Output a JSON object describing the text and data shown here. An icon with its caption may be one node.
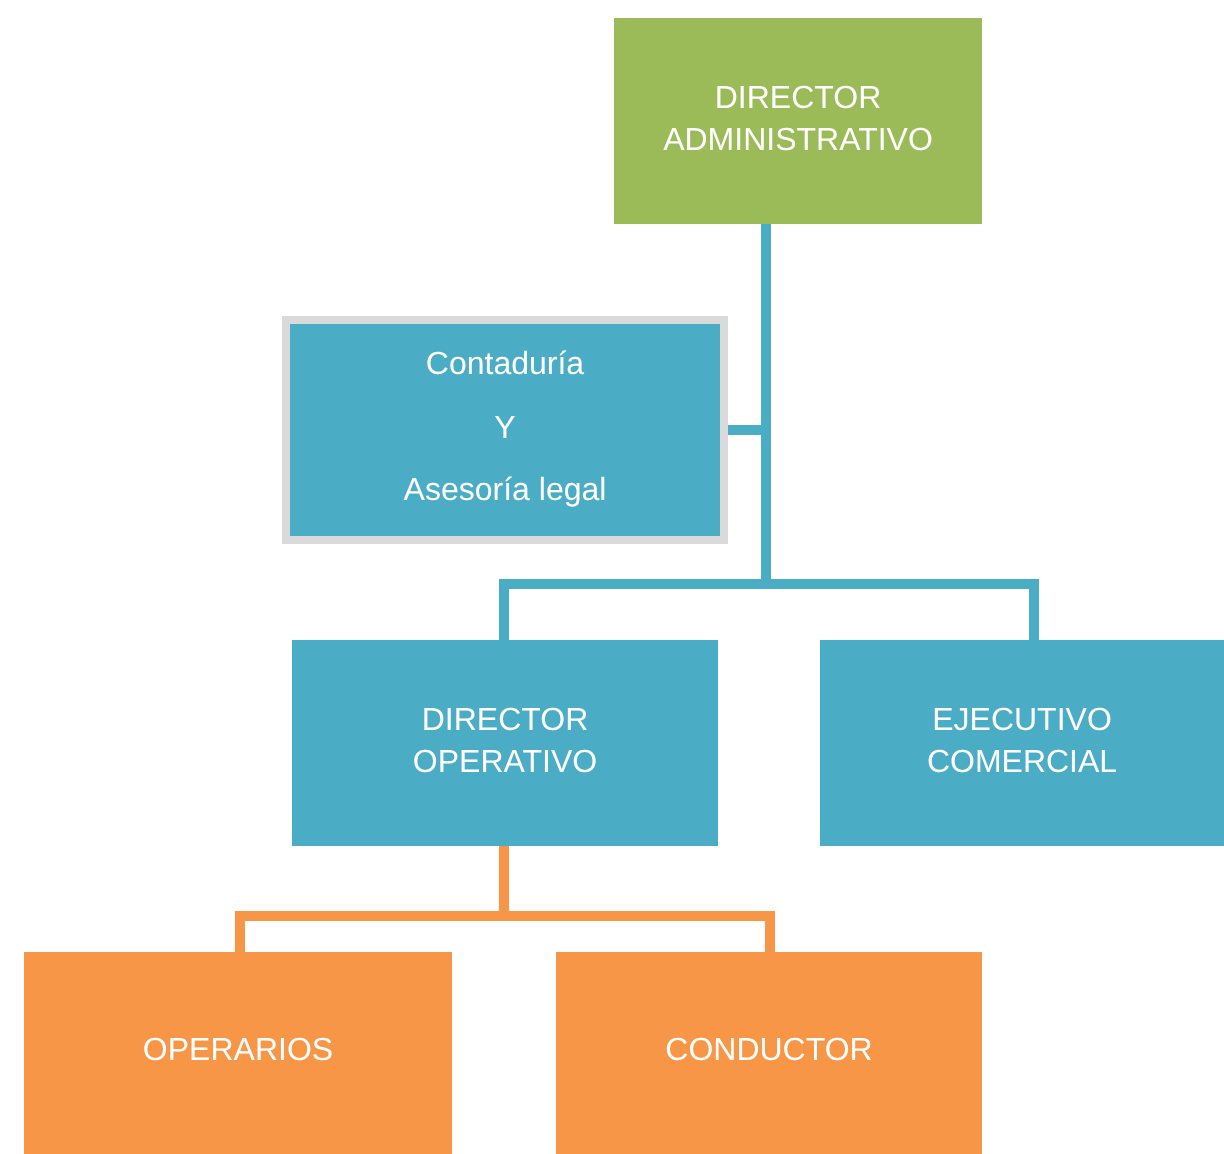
{
  "diagram": {
    "nodes": [
      {
        "text": [
          "DIRECTOR ADMINISTRATIVO"
        ]
      },
      {
        "text": [
          "Contaduría",
          "Y",
          "Asesoría legal"
        ]
      },
      {
        "text": [
          "DIRECTOR OPERATIVO"
        ]
      },
      {
        "text": [
          "EJECUTIVO COMERCIAL"
        ]
      },
      {
        "text": [
          "OPERARIOS"
        ]
      },
      {
        "text": [
          "CONDUCTOR"
        ]
      }
    ],
    "edges": [
      {
        "from": 0,
        "to": 1,
        "arrow": "none"
      },
      {
        "from": 0,
        "to": 2,
        "arrow": "none"
      },
      {
        "from": 0,
        "to": 3,
        "arrow": "none"
      },
      {
        "from": 2,
        "to": 4,
        "arrow": "none",
        "color": "#f79646"
      },
      {
        "from": 2,
        "to": 5,
        "arrow": "none",
        "color": "#f79646"
      }
    ]
  }
}
